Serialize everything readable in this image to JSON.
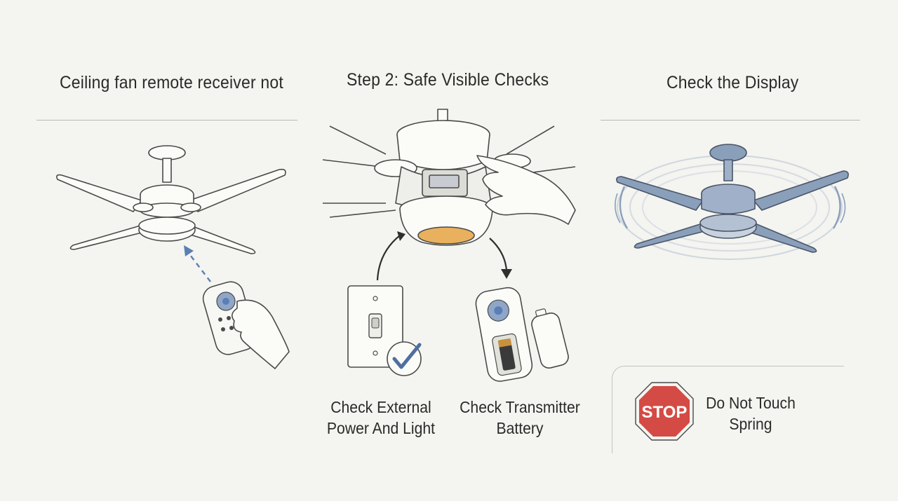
{
  "panels": {
    "left": {
      "title": "Ceiling fan remote receiver not"
    },
    "middle": {
      "title": "Step 2: Safe Visible Checks",
      "caption_switch_line1": "Check External",
      "caption_switch_line2": "Power And Light",
      "caption_battery_line1": "Check Transmitter",
      "caption_battery_line2": "Battery"
    },
    "right": {
      "title": "Check the Display"
    }
  },
  "warning": {
    "stop_sign_text": "STOP",
    "text_line1": "Do Not Touch",
    "text_line2": "Spring"
  },
  "colors": {
    "background": "#f4f4f0",
    "line": "#4a4a4a",
    "accent_blue": "#5a7fb5",
    "fan_blue": "#8a9fba",
    "light_glow": "#e9b15e",
    "stop_red": "#d44a45"
  }
}
